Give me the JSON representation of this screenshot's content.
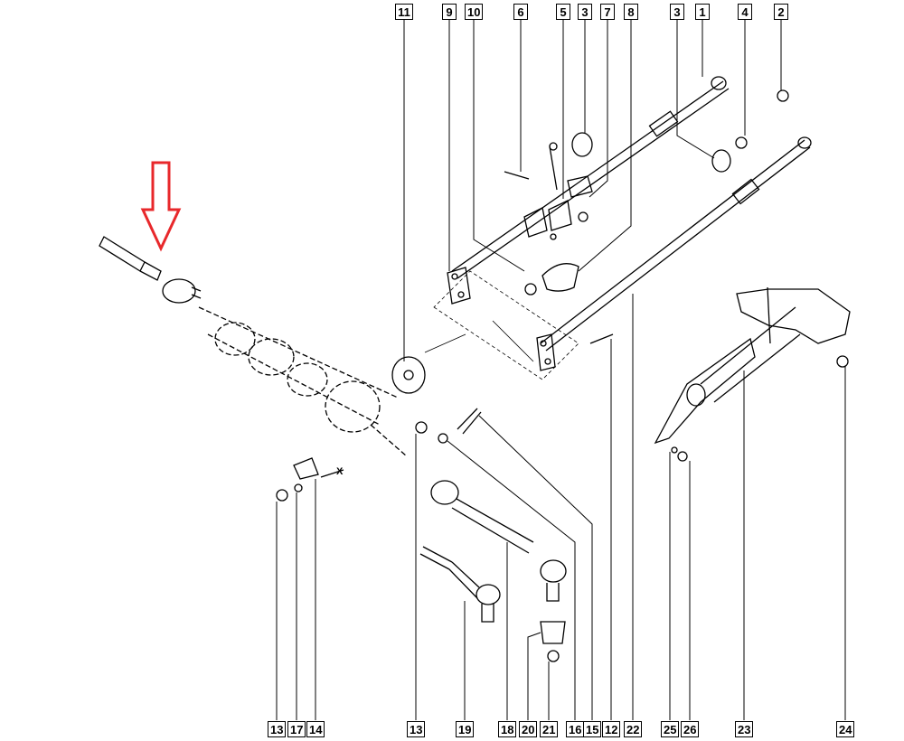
{
  "diagram": {
    "top_callouts": [
      "11",
      "9",
      "10",
      "6",
      "5",
      "3",
      "7",
      "8",
      "3",
      "1",
      "4",
      "2"
    ],
    "bottom_callouts": [
      "13",
      "17",
      "14",
      "13",
      "19",
      "18",
      "20",
      "21",
      "16",
      "15",
      "12",
      "22",
      "25",
      "26",
      "23",
      "24"
    ],
    "dimension_label": "X",
    "highlight_color": "#e8282b",
    "line_color": "#000000"
  }
}
